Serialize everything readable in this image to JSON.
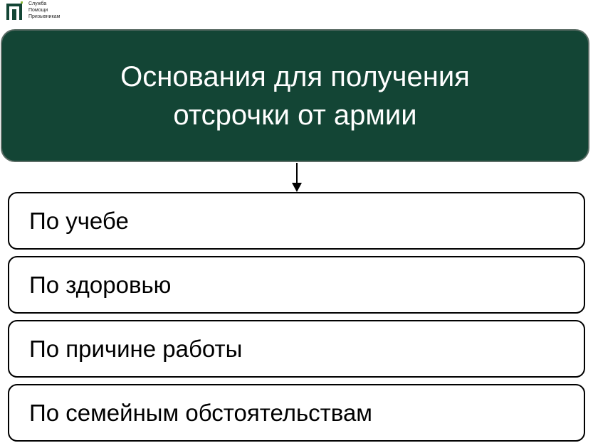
{
  "logo": {
    "lines": [
      "Служба",
      "Помощи",
      "Призывникам"
    ],
    "icon": "building-logo-icon",
    "color": "#134535"
  },
  "title": {
    "lines": [
      "Основания для получения",
      "отсрочки от армии"
    ]
  },
  "items": [
    {
      "label": "По учебе"
    },
    {
      "label": "По здоровью"
    },
    {
      "label": "По причине работы"
    },
    {
      "label": "По семейным обстоятельствам"
    }
  ],
  "colors": {
    "title_bg": "#134535",
    "title_text": "#ffffff",
    "item_border": "#000000"
  }
}
